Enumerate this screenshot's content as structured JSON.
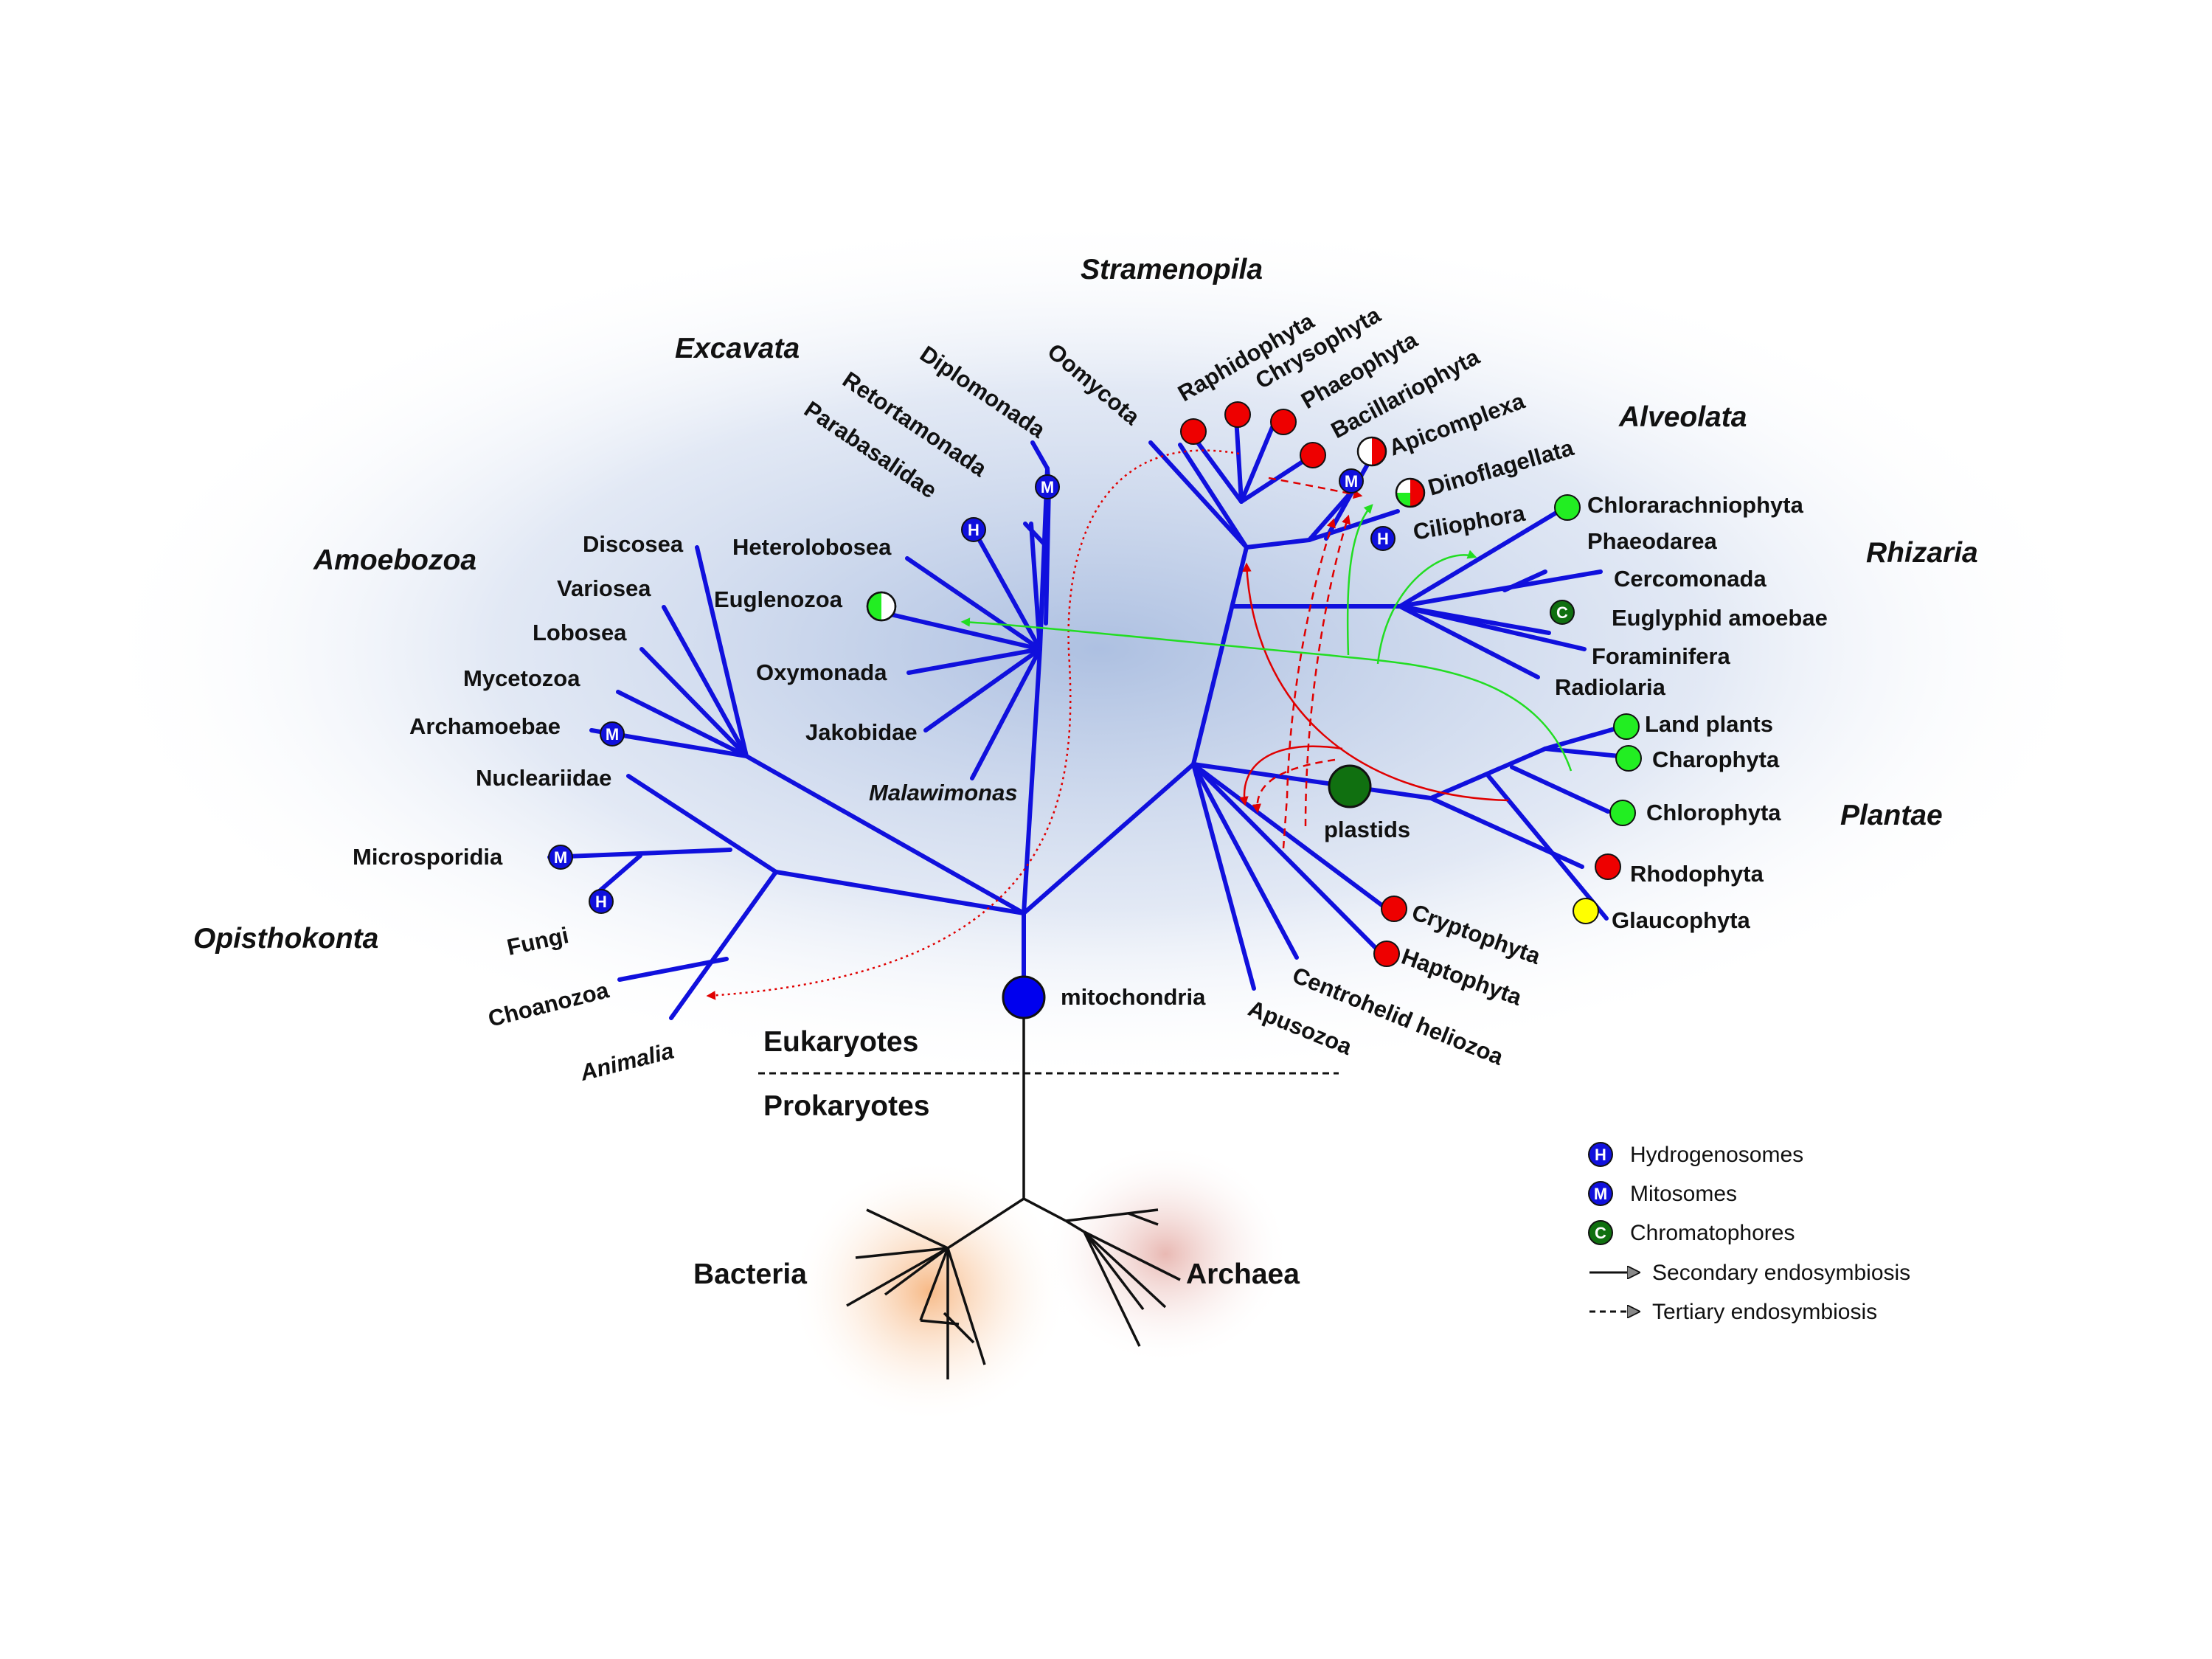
{
  "groups": {
    "stramenopila": "Stramenopila",
    "excavata": "Excavata",
    "alveolata": "Alveolata",
    "amoebozoa": "Amoebozoa",
    "rhizaria": "Rhizaria",
    "plantae": "Plantae",
    "opisthokonta": "Opisthokonta"
  },
  "taxa": {
    "diplomonada": "Diplomonada",
    "retortamonada": "Retortamonada",
    "parabasalidae": "Parabasalidae",
    "heterolobosea": "Heterolobosea",
    "euglenozoa": "Euglenozoa",
    "oxymonada": "Oxymonada",
    "jakobidae": "Jakobidae",
    "malawimonas": "Malawimonas",
    "discosea": "Discosea",
    "variosea": "Variosea",
    "lobosea": "Lobosea",
    "mycetozoa": "Mycetozoa",
    "archamoebae": "Archamoebae",
    "nucleariidae": "Nucleariidae",
    "microsporidia": "Microsporidia",
    "fungi": "Fungi",
    "choanozoa": "Choanozoa",
    "animalia": "Animalia",
    "oomycota": "Oomycota",
    "raphidophyta": "Raphidophyta",
    "chrysophyta": "Chrysophyta",
    "phaeophyta": "Phaeophyta",
    "bacillariophyta": "Bacillariophyta",
    "apicomplexa": "Apicomplexa",
    "dinoflagellata": "Dinoflagellata",
    "ciliophora": "Ciliophora",
    "chlorarachniophyta": "Chlorarachniophyta",
    "phaeodarea": "Phaeodarea",
    "cercomonada": "Cercomonada",
    "euglyphid_amoebae": "Euglyphid amoebae",
    "foraminifera": "Foraminifera",
    "radiolaria": "Radiolaria",
    "land_plants": "Land plants",
    "charophyta": "Charophyta",
    "chlorophyta": "Chlorophyta",
    "rhodophyta": "Rhodophyta",
    "glaucophyta": "Glaucophyta",
    "cryptophyta": "Cryptophyta",
    "haptophyta": "Haptophyta",
    "centrohelid_heliozoa": "Centrohelid heliozoa",
    "apusozoa": "Apusozoa",
    "mitochondria": "mitochondria",
    "plastids": "plastids"
  },
  "domains": {
    "eukaryotes": "Eukaryotes",
    "prokaryotes": "Prokaryotes",
    "bacteria": "Bacteria",
    "archaea": "Archaea"
  },
  "markers": {
    "h": "H",
    "m": "M",
    "c": "C"
  },
  "legend": {
    "hydrogenosomes": "Hydrogenosomes",
    "mitosomes": "Mitosomes",
    "chromatophores": "Chromatophores",
    "secondary": "Secondary endosymbiosis",
    "tertiary": "Tertiary endosymbiosis"
  },
  "colors": {
    "branch": "#1010dd",
    "red_plastid": "#ee0000",
    "green_plastid": "#22ee22",
    "glaucophyte_plastid": "#ffff00",
    "chromatophore": "#107010",
    "organelle_marker": "#1010dd"
  }
}
